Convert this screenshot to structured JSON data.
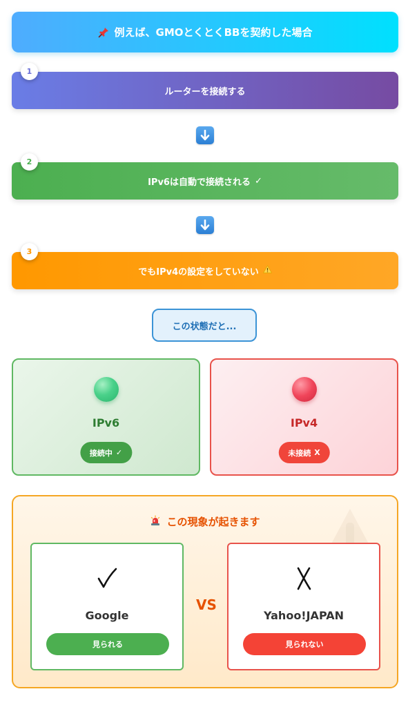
{
  "header": {
    "title": "例えば、GMOとくとくBBを契約した場合",
    "icon": "pushpin-icon"
  },
  "steps": [
    {
      "number": "1",
      "label": "ルーターを接続する",
      "suffix": "",
      "color": "#6a7de6"
    },
    {
      "number": "2",
      "label": "IPv6は自動で接続される",
      "suffix": "✓",
      "color": "#4caf50"
    },
    {
      "number": "3",
      "label": "でもIPv4の設定をしていない",
      "suffix": "⚠",
      "color": "#ff9800"
    }
  ],
  "arrows": [
    "arrow-down-icon",
    "arrow-down-icon"
  ],
  "status": {
    "label": "この状態だと..."
  },
  "connections": {
    "ipv6": {
      "name": "IPv6",
      "badge": "接続中",
      "badge_mark": "✓",
      "color": "#4caf50"
    },
    "ipv4": {
      "name": "IPv4",
      "badge": "未接続",
      "badge_mark": "X",
      "color": "#f44336"
    }
  },
  "phenomenon": {
    "title": "この現象が起きます",
    "icon": "siren-icon",
    "vs": "VS",
    "sites": {
      "google": {
        "name": "Google",
        "mark": "✓",
        "button": "見られる"
      },
      "yahoo": {
        "name": "Yahoo!JAPAN",
        "mark": "X",
        "button": "見られない"
      }
    }
  }
}
